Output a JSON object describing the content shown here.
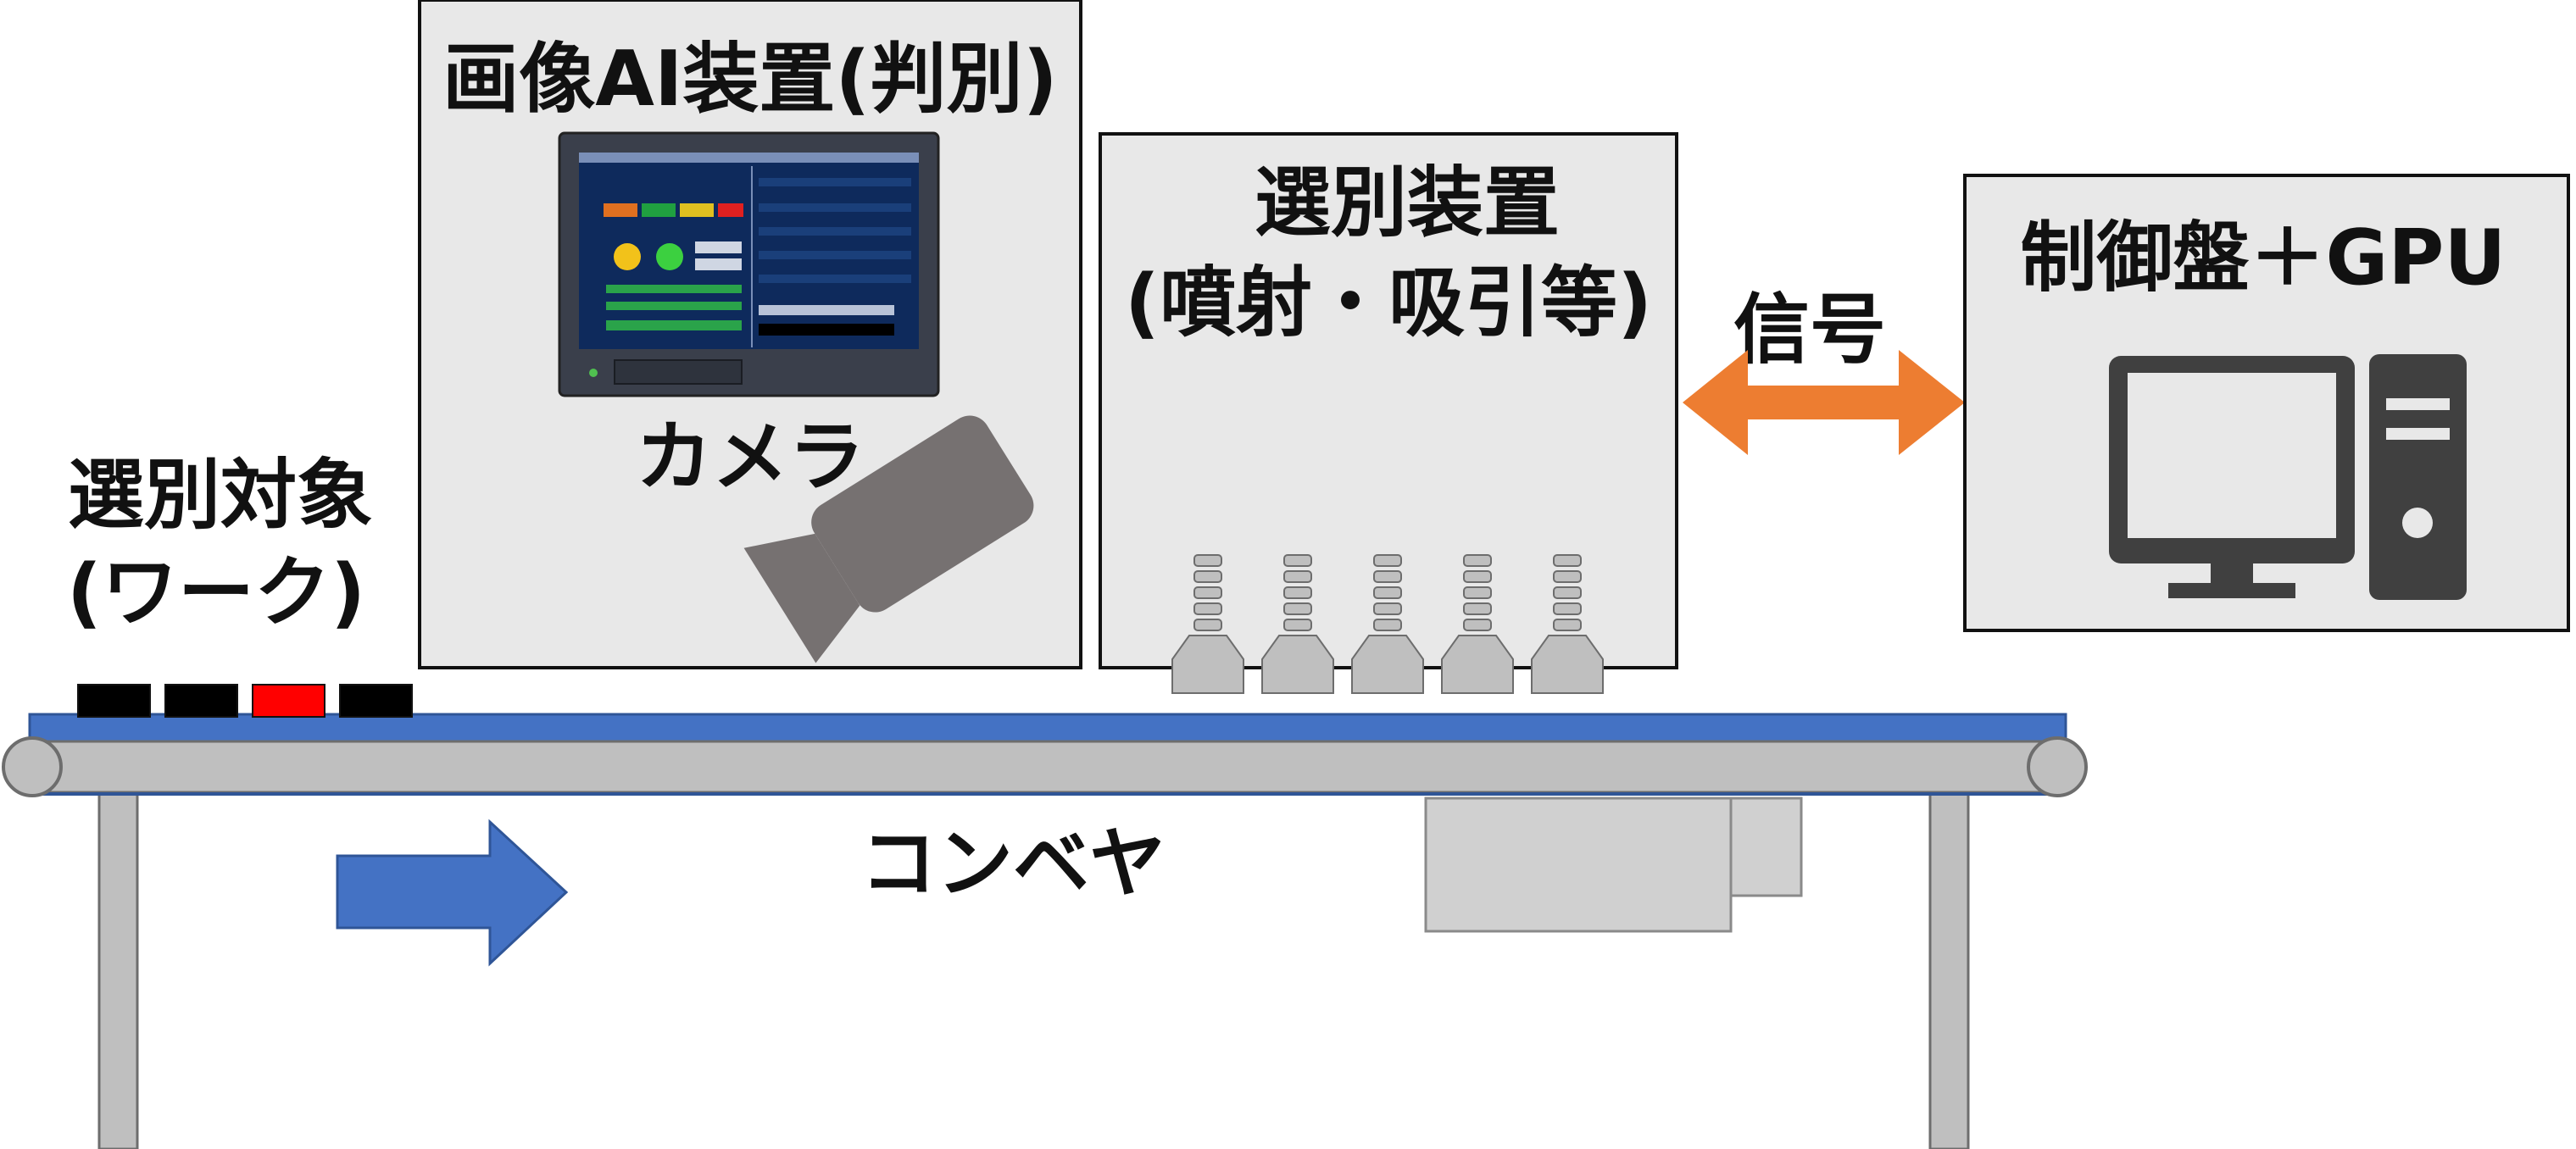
{
  "labels": {
    "ai_device": "画像AI装置(判別)",
    "camera": "カメラ",
    "sorting_device_line1": "選別装置",
    "sorting_device_line2": "(噴射・吸引等)",
    "control_panel": "制御盤＋GPU",
    "signal": "信号",
    "target_line1": "選別対象",
    "target_line2": "(ワーク)",
    "conveyor": "コンベヤ"
  },
  "colors": {
    "box_fill": "#e8e8e8",
    "box_stroke": "#111111",
    "belt_blue": "#4472c4",
    "roller_gray": "#bfbfbf",
    "arrow_blue": "#4472c4",
    "signal_orange": "#ed7d31",
    "work_black": "#000000",
    "work_red": "#ff0000",
    "camera_gray": "#767171",
    "pc_gray": "#404040",
    "nozzle_gray": "#bfbfbf"
  },
  "workpieces": [
    "black",
    "black",
    "red",
    "black"
  ],
  "nozzle_count": 5,
  "icons": {
    "camera": "video-camera-icon",
    "touch_panel": "touch-panel-icon",
    "computer": "desktop-computer-icon",
    "direction": "right-arrow-icon",
    "signal": "double-arrow-icon"
  }
}
